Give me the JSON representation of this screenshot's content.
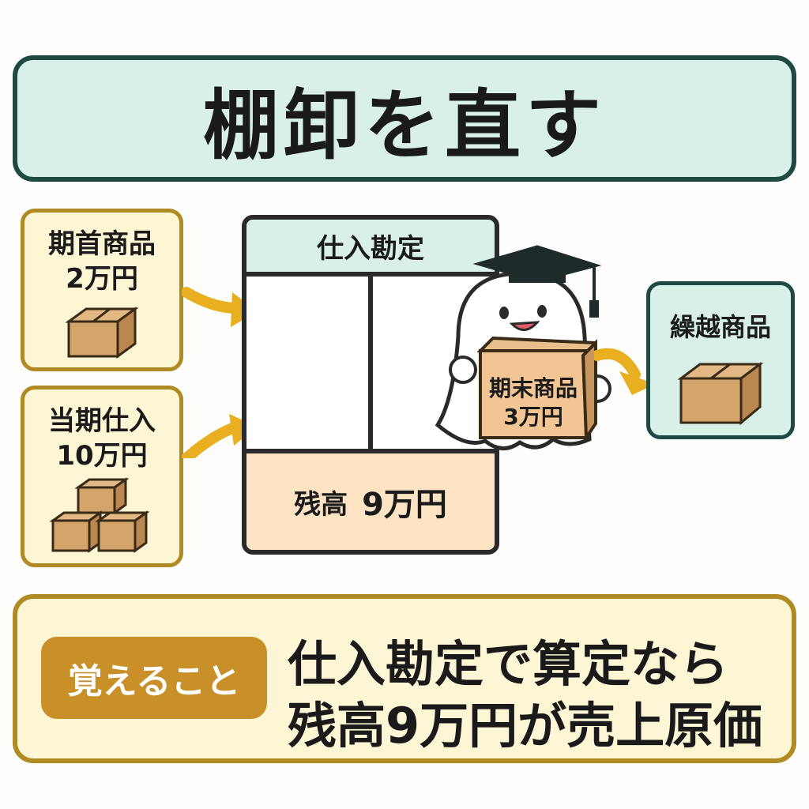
{
  "title": "棚卸を直す",
  "sources": [
    {
      "name": "期首商品",
      "amount": "2万円"
    },
    {
      "name": "当期仕入",
      "amount": "10万円"
    }
  ],
  "ledger": {
    "header": "仕入勘定",
    "balance_label": "残高",
    "balance_amount": "9万円"
  },
  "character": {
    "box_name": "期末商品",
    "box_amount": "3万円"
  },
  "carryover": {
    "label": "繰越商品"
  },
  "memo": {
    "badge": "覚えること",
    "line1": "仕入勘定で算定なら",
    "line2": "残高9万円が売上原価"
  },
  "colors": {
    "mint": "#d8f0e8",
    "dark_green": "#1f4a43",
    "cream": "#fdf6d4",
    "gold": "#b08a22",
    "arrow": "#e8b020",
    "peach": "#fbe3c4",
    "cardboard": "#d4a46a"
  }
}
